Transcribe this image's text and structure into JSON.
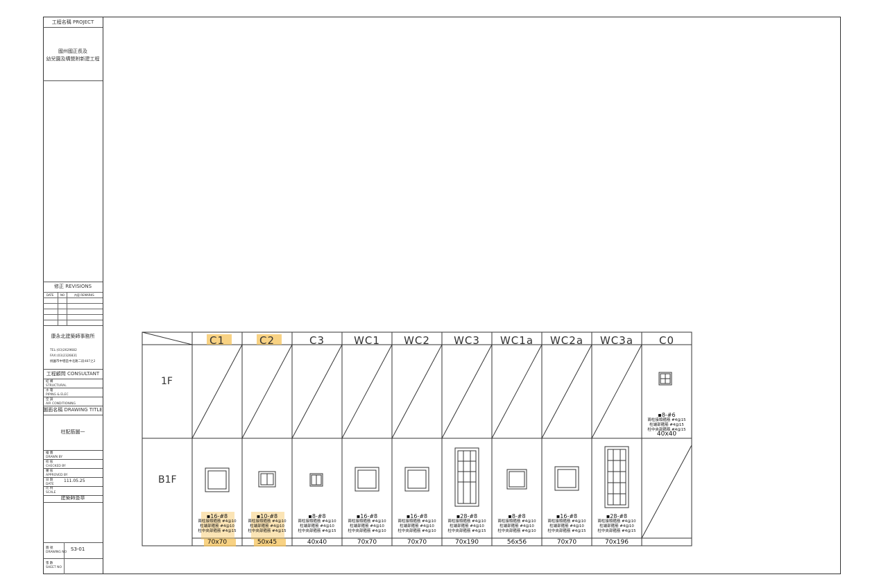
{
  "titleblock": {
    "project_label": "工程名稱 PROJECT",
    "project_name_1": "國州國正長及",
    "project_name_2": "幼兒園及構營附新建工程",
    "revisions_label": "修正 REVISIONS",
    "rev_date": "DATE",
    "rev_no": "NO",
    "rev_remarks": "內容 REMARKS",
    "firm_name": "康永北建築師事務所",
    "firm_tel": "TEL:(03)2629682",
    "firm_fax": "FAX:(03)2326831",
    "firm_addr": "桃園市中壢區中北路二段487之2",
    "consultant_label": "工程顧問 CONSULTANT",
    "structural": "結 構",
    "structural_en": "STRUCTURAL",
    "mep": "水 電",
    "mep_en": "PIPING & ELEC",
    "ac": "空 調",
    "ac_en": "AIR CONDITIONING",
    "drawing_title_label": "圖面名稱 DRAWING TITLE",
    "drawing_title": "柱配筋圖一",
    "drawn": "繪 圖",
    "drawn_en": "DRAWN BY",
    "checked": "校 核",
    "checked_en": "CHECKED BY",
    "approved": "審 核",
    "approved_en": "APPROVED BY",
    "date": "日 期",
    "date_en": "DATE",
    "date_value": "111.05.25",
    "scale": "比 例",
    "scale_en": "SCALE",
    "stamp": "建築師簽章",
    "sheet_no_label": "圖 號",
    "sheet_no_en": "DRAWING NO",
    "sheet_no": "S3-01",
    "sheet_label": "張 數",
    "sheet_en": "SHEET NO"
  },
  "schedule": {
    "columns": [
      "C1",
      "C2",
      "C3",
      "WC1",
      "WC2",
      "WC3",
      "WC1a",
      "WC2a",
      "WC3a",
      "C0"
    ],
    "highlighted": [
      "C1",
      "C2"
    ],
    "floors": [
      "1F",
      "B1F"
    ],
    "c0_1f": {
      "rebar": "▪8-#6",
      "lines": [
        "兩柱接頭箍筋 #4@15",
        "柱端部箍筋 #4@15",
        "柱中央部箍筋 #4@15"
      ],
      "size": "40x40"
    },
    "b1f": [
      {
        "rebar": "▪16-#8",
        "lines": [
          "兩柱接頭箍筋 #4@10",
          "柱端部箍筋 #4@10",
          "柱中央部箍筋 #4@15"
        ],
        "size": "70x70"
      },
      {
        "rebar": "▪10-#8",
        "lines": [
          "兩柱接頭箍筋 #4@10",
          "柱端部箍筋 #4@10",
          "柱中央部箍筋 #4@15"
        ],
        "size": "50x45"
      },
      {
        "rebar": "▪8-#8",
        "lines": [
          "兩柱接頭箍筋 #4@10",
          "柱端部箍筋 #4@10",
          "柱中央部箍筋 #4@15"
        ],
        "size": "40x40"
      },
      {
        "rebar": "▪16-#8",
        "lines": [
          "兩柱接頭箍筋 #4@10",
          "柱端部箍筋 #4@10",
          "柱中央部箍筋 #4@10"
        ],
        "size": "70x70"
      },
      {
        "rebar": "▪16-#8",
        "lines": [
          "兩柱接頭箍筋 #4@10",
          "柱端部箍筋 #4@10",
          "柱中央部箍筋 #4@10"
        ],
        "size": "70x70"
      },
      {
        "rebar": "▪28-#8",
        "lines": [
          "兩柱接頭箍筋 #4@10",
          "柱端部箍筋 #4@10",
          "柱中央部箍筋 #4@15"
        ],
        "size": "70x190"
      },
      {
        "rebar": "▪8-#8",
        "lines": [
          "兩柱接頭箍筋 #4@10",
          "柱端部箍筋 #4@10",
          "柱中央部箍筋 #4@10"
        ],
        "size": "56x56"
      },
      {
        "rebar": "▪16-#8",
        "lines": [
          "兩柱接頭箍筋 #4@10",
          "柱端部箍筋 #4@10",
          "柱中央部箍筋 #4@15"
        ],
        "size": "70x70"
      },
      {
        "rebar": "▪28-#8",
        "lines": [
          "兩柱接頭箍筋 #4@10",
          "柱端部箍筋 #4@10",
          "柱中央部箍筋 #4@15"
        ],
        "size": "70x196"
      }
    ]
  },
  "colors": {
    "highlight": "#f6c35a",
    "line": "#333333"
  }
}
